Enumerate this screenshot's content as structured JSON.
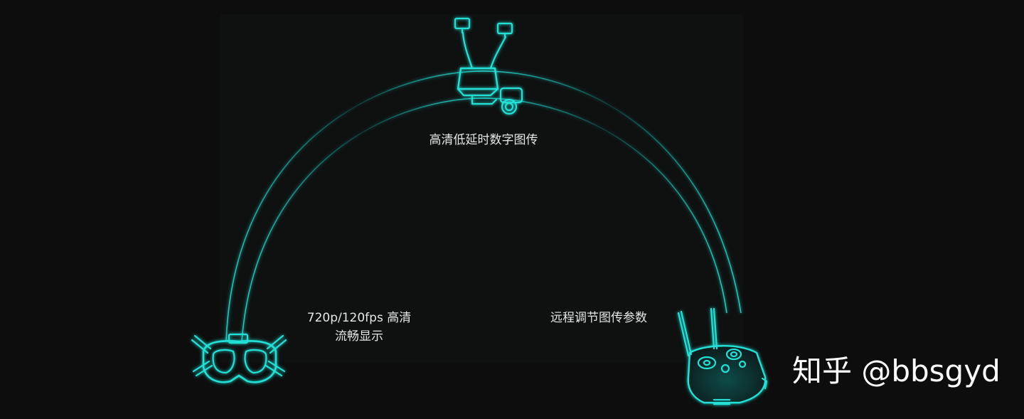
{
  "features": {
    "top": {
      "label": "高清低延时数字图传"
    },
    "left": {
      "line1": "720p/120fps 高清",
      "line2": "流畅显示"
    },
    "right": {
      "label": "远程调节图传参数"
    }
  },
  "watermark": {
    "text": "知乎 @bbsgyd"
  },
  "colors": {
    "background": "#0d0d0d",
    "accent": "#22e0d6",
    "text": "#e6e6e6"
  },
  "icons": [
    "air-unit-icon",
    "fpv-goggles-icon",
    "remote-controller-icon"
  ]
}
